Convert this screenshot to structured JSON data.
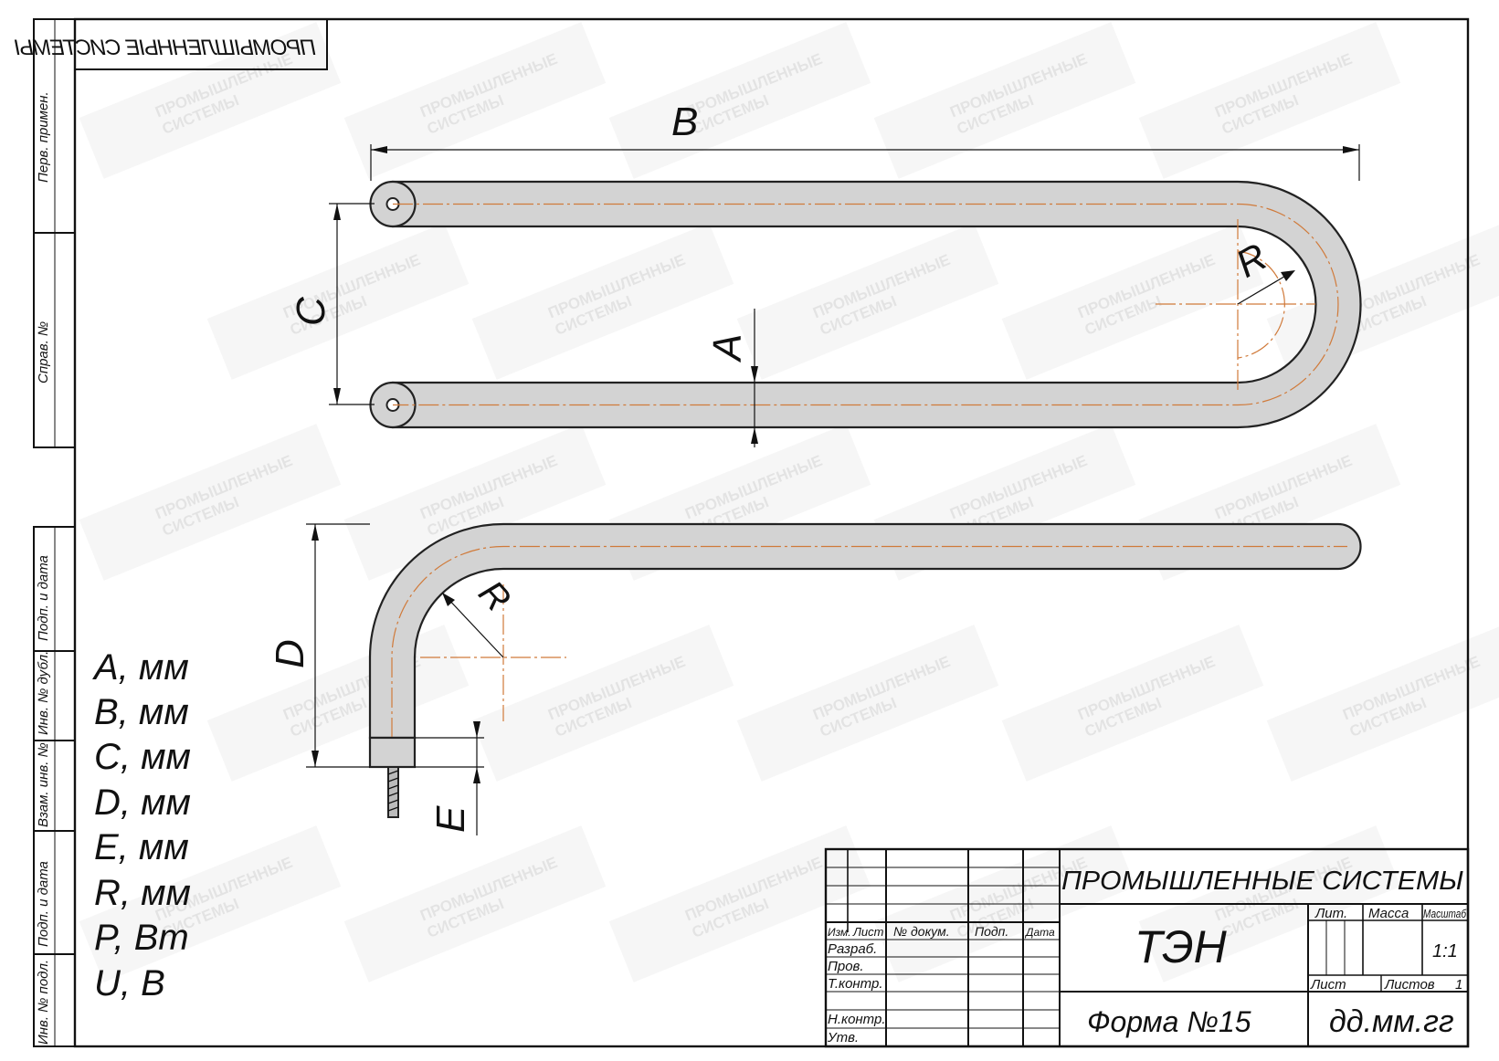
{
  "margin_labels": {
    "perv_primen": "Перв. примен.",
    "sprav_no": "Справ. №",
    "podp_data_top": "Подп. и дата",
    "inv_dubl": "Инв. № дубл.",
    "vzam_inv": "Взам. инв. №",
    "podp_data_bottom": "Подп. и дата",
    "inv_podl": "Инв. № подл."
  },
  "mirrored_stamp": "ПРОМЫШЛЕННЫЕ СИСТЕМЫ",
  "watermark": {
    "line1": "ПРОМЫШЛЕННЫЕ",
    "line2": "СИСТЕМЫ"
  },
  "dimensions": {
    "a": "A",
    "b": "B",
    "c": "C",
    "d": "D",
    "e": "E",
    "r_top": "R",
    "r_bottom": "R"
  },
  "parameters": [
    "A, мм",
    "B, мм",
    "C, мм",
    "D, мм",
    "E, мм",
    "R, мм",
    "P, Вт",
    "U, В"
  ],
  "title_block": {
    "company": "ПРОМЫШЛЕННЫЕ СИСТЕМЫ",
    "product": "ТЭН",
    "form": "Форма №15",
    "code": "дд.мм.гг",
    "lit_label": "Лит.",
    "mass_label": "Масса",
    "scale_label": "Масштаб",
    "scale_value": "1:1",
    "sheet_label": "Лист",
    "sheets_label": "Листов",
    "sheets_value": "1",
    "col_izm": "Изм.",
    "col_list": "Лист",
    "col_dokum": "№ докум.",
    "col_podp": "Подп.",
    "col_data": "Дата",
    "row_razrab": "Разраб.",
    "row_prov": "Пров.",
    "row_tkontr": "Т.контр.",
    "row_nkontr": "Н.контр.",
    "row_utv": "Утв."
  }
}
